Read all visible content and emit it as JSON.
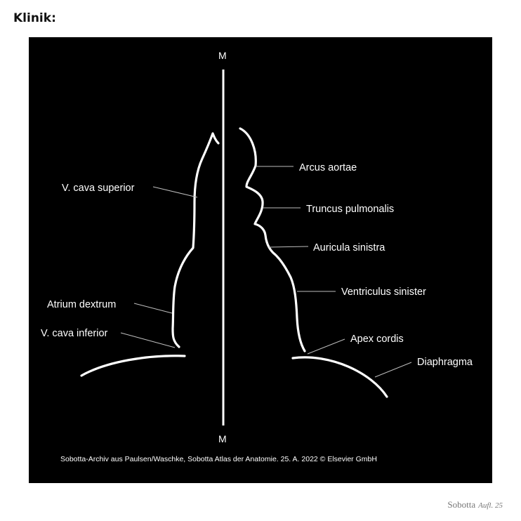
{
  "heading": "Klinik:",
  "figure": {
    "midline_label_top": "M",
    "midline_label_bottom": "M",
    "labels": {
      "v_cava_superior": "V. cava superior",
      "atrium_dextrum": "Atrium dextrum",
      "v_cava_inferior": "V. cava inferior",
      "arcus_aortae": "Arcus aortae",
      "truncus_pulmonalis": "Truncus pulmonalis",
      "auricula_sinistra": "Auricula sinistra",
      "ventriculus_sinister": "Ventriculus sinister",
      "apex_cordis": "Apex cordis",
      "diaphragma": "Diaphragma"
    },
    "caption": "Sobotta-Archiv aus Paulsen/Waschke, Sobotta Atlas der Anatomie. 25. A. 2022 © Elsevier GmbH",
    "colors": {
      "background": "#000000",
      "outline": "#ffffff"
    }
  },
  "footer": {
    "brand": "Sobotta",
    "edition": "Aufl. 25"
  }
}
